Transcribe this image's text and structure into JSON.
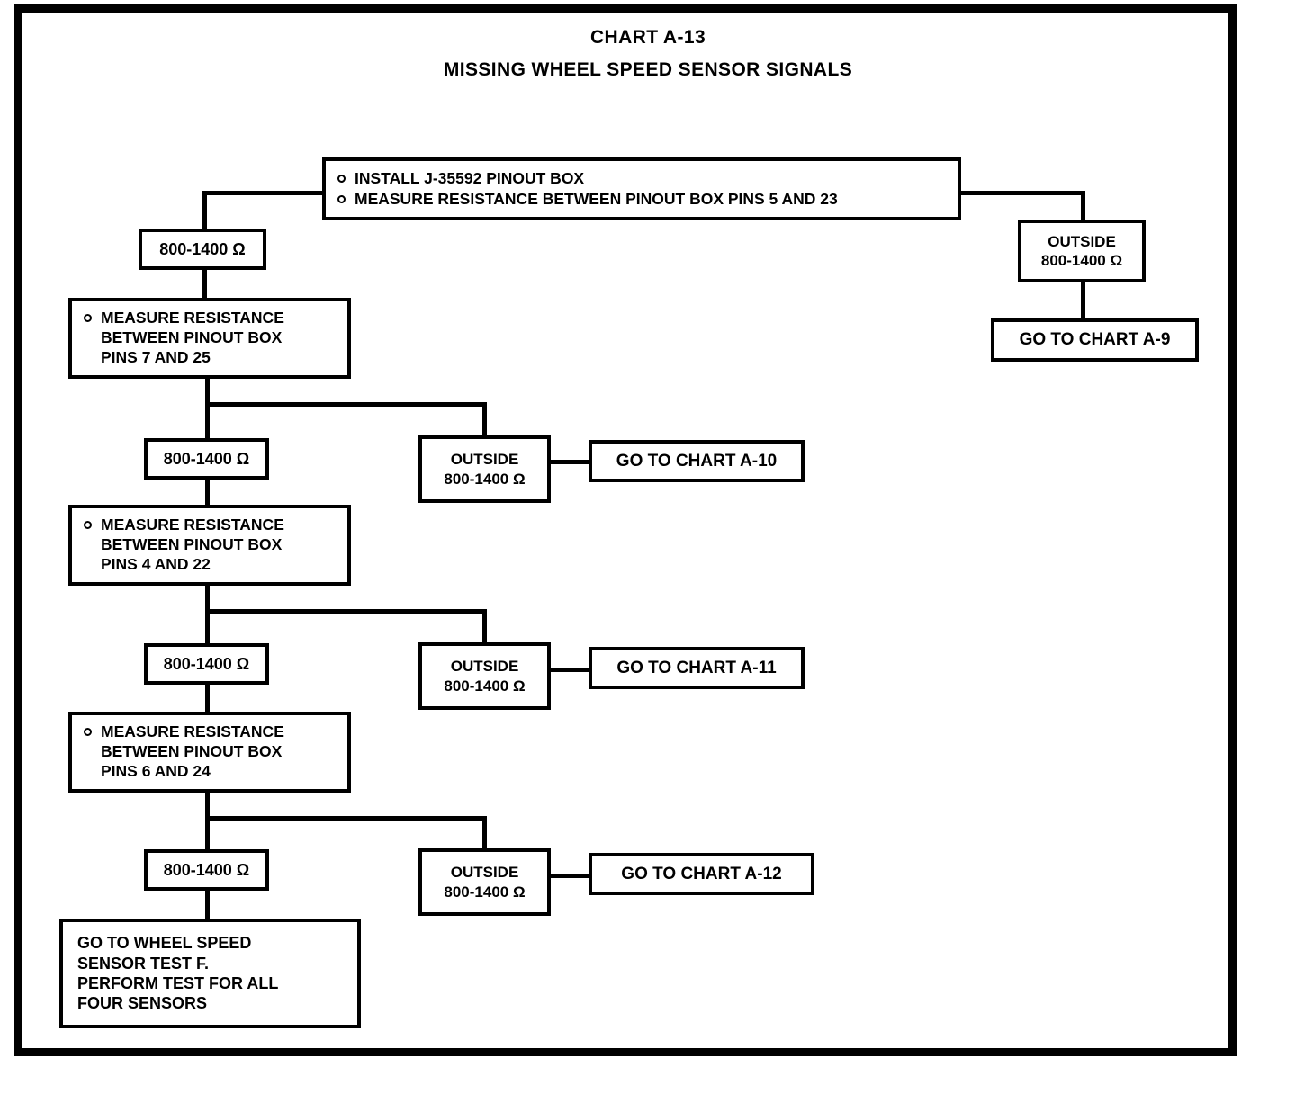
{
  "chart": {
    "title": "CHART A-13",
    "subtitle": "MISSING WHEEL SPEED SENSOR SIGNALS"
  },
  "nodes": {
    "start": {
      "name": "install-and-measure-pins-5-23",
      "bullets": [
        "INSTALL J-35592 PINOUT BOX",
        "MEASURE RESISTANCE BETWEEN PINOUT BOX PINS 5 AND 23"
      ]
    },
    "branch1_in_range": {
      "label": "800-1400 Ω"
    },
    "branch1_outside": {
      "line1": "OUTSIDE",
      "line2": "800-1400 Ω"
    },
    "goto_a9": {
      "label": "GO TO CHART A-9"
    },
    "measure_7_25": {
      "bullet": true,
      "lines": [
        "MEASURE RESISTANCE",
        "BETWEEN PINOUT BOX",
        "PINS 7 AND 25"
      ]
    },
    "branch2_in_range": {
      "label": "800-1400 Ω"
    },
    "branch2_outside": {
      "line1": "OUTSIDE",
      "line2": "800-1400 Ω"
    },
    "goto_a10": {
      "label": "GO TO CHART A-10"
    },
    "measure_4_22": {
      "bullet": true,
      "lines": [
        "MEASURE RESISTANCE",
        "BETWEEN PINOUT BOX",
        "PINS 4 AND 22"
      ]
    },
    "branch3_in_range": {
      "label": "800-1400 Ω"
    },
    "branch3_outside": {
      "line1": "OUTSIDE",
      "line2": "800-1400 Ω"
    },
    "goto_a11": {
      "label": "GO TO CHART A-11"
    },
    "measure_6_24": {
      "bullet": true,
      "lines": [
        "MEASURE RESISTANCE",
        "BETWEEN PINOUT BOX",
        "PINS 6 AND 24"
      ]
    },
    "branch4_in_range": {
      "label": "800-1400 Ω"
    },
    "branch4_outside": {
      "line1": "OUTSIDE",
      "line2": "800-1400 Ω"
    },
    "goto_a12": {
      "label": "GO TO CHART A-12"
    },
    "final": {
      "lines": [
        "GO TO WHEEL SPEED",
        "SENSOR TEST F.",
        "PERFORM TEST FOR ALL",
        "FOUR SENSORS"
      ]
    }
  },
  "colors": {
    "ink": "#000000",
    "paper": "#ffffff"
  }
}
